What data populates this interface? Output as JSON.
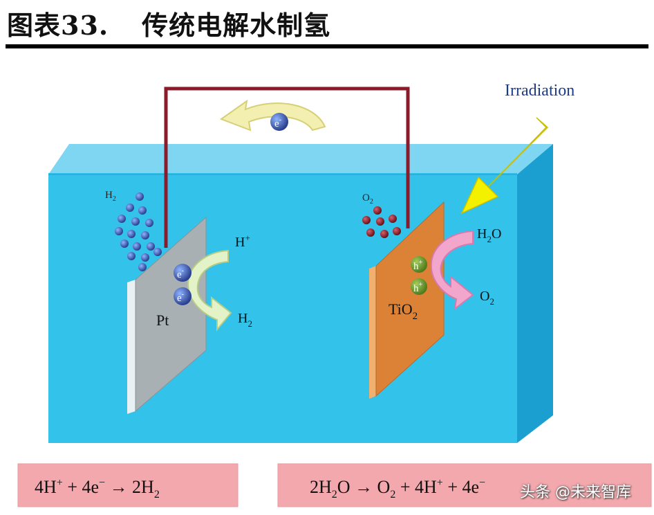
{
  "header": {
    "figure_number": "图表33.",
    "figure_title": "传统电解水制氢"
  },
  "diagram": {
    "irradiation_label": "Irradiation",
    "electron_label": "e",
    "electron_charge": "-",
    "pt_label": "Pt",
    "tio2_label_main": "TiO",
    "tio2_label_sub": "2",
    "cathode": {
      "gas_main": "H",
      "gas_sub": "2",
      "ion_main": "H",
      "ion_sup": "+",
      "product_main": "H",
      "product_sub": "2",
      "electron_main": "e",
      "electron_sup": "-"
    },
    "anode": {
      "gas_main": "O",
      "gas_sub": "2",
      "reactant_main": "H",
      "reactant_sub": "2",
      "reactant_tail": "O",
      "product_main": "O",
      "product_sub": "2",
      "hole_main": "h",
      "hole_sup": "+"
    },
    "equation_left": {
      "p1": "4H",
      "p1_sup": "+",
      "p2": " + 4e",
      "p2_sup": "−",
      "p3": " → 2H",
      "p3_sub": "2"
    },
    "equation_right": {
      "p1": "2H",
      "p1_sub": "2",
      "p2": "O → O",
      "p2_sub": "2",
      "p3": " + 4H",
      "p3_sup": "+",
      "p4": " + 4e",
      "p4_sup": "−"
    },
    "colors": {
      "water": "#33c3ea",
      "water_side": "#1b9fd0",
      "pt_plate": "#a8b0b4",
      "tio2_plate": "#dc8236",
      "wire": "#8b1a2a",
      "irradiation_arrow": "#f4f100",
      "h2_molecule": "#3a55a8",
      "o2_molecule": "#9a1f2c",
      "equation_box": "#f3a8ad"
    }
  },
  "watermark": "头条 @未来智库"
}
